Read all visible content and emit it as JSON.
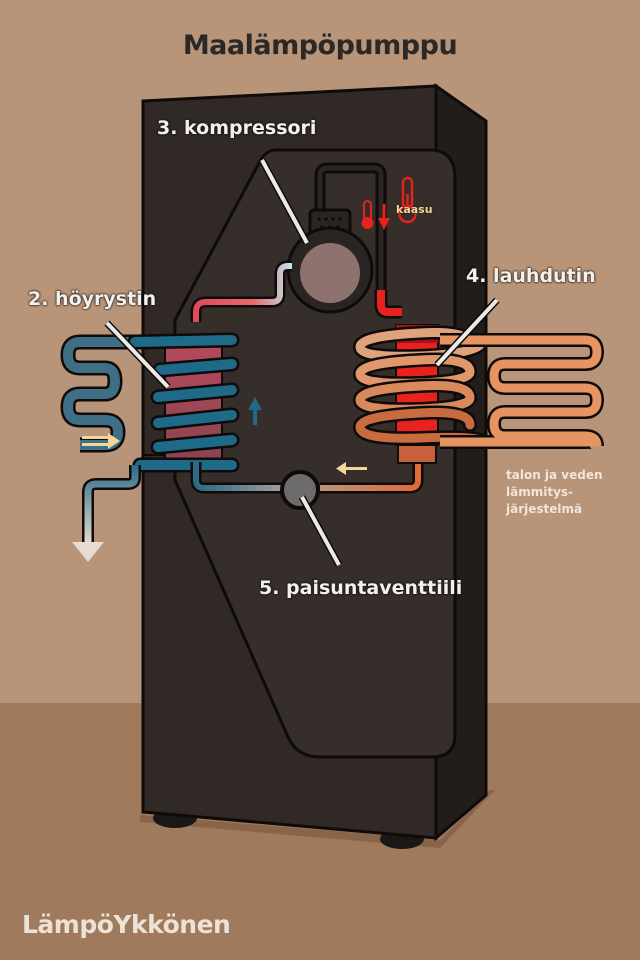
{
  "title": "Maalämpöpumppu",
  "labels": {
    "compressor": "3. kompressori",
    "evaporator": "2. höyrystin",
    "condenser": "4. lauhdutin",
    "expansion_valve": "5. paisuntaventtiili"
  },
  "gas_label": "kaasu",
  "heating_system_note": "talon ja veden\nlämmitys-\njärjestelmä",
  "brand": "LämpöYkkönen",
  "colors": {
    "wall": "#b89478",
    "floor": "#a07a5c",
    "cabinet": "#302925",
    "cabinet_side": "#1f1a18",
    "cold_pipe": "#2a6a86",
    "hot_pipe": "#e8221c",
    "condenser_coil": "#d98a5c",
    "compressor_body": "#8e7270",
    "valve": "#6e6c6a",
    "arrow_flow": "#f3d69a"
  }
}
